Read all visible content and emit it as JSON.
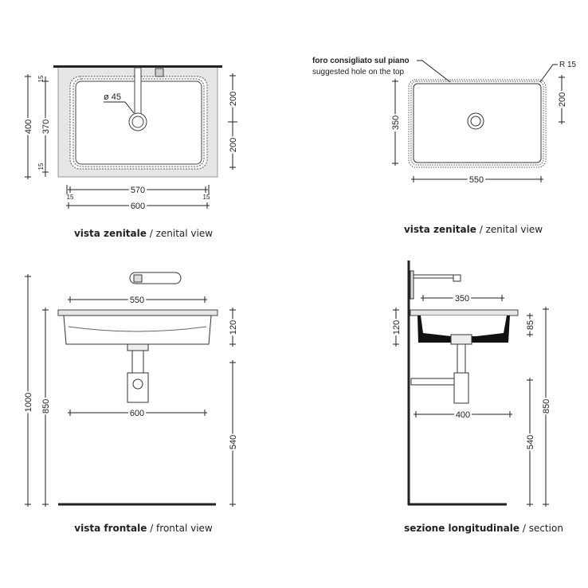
{
  "zenital_installed": {
    "dims": {
      "total_depth": "400",
      "bowl_depth": "370",
      "margin_top": "15",
      "margin_bottom": "15",
      "half_top": "200",
      "half_bottom": "200",
      "bowl_width": "570",
      "margin_left": "15",
      "margin_right": "15",
      "total_width": "600",
      "drain_diameter": "ø 45"
    },
    "caption_bold": "vista zenitale",
    "caption_sep": " / ",
    "caption_en": "zenital view"
  },
  "zenital_cutout": {
    "note_it": "foro consigliato sul piano",
    "note_en": "suggested hole on the top",
    "dims": {
      "radius": "R 15",
      "depth": "350",
      "half": "200",
      "width": "550"
    },
    "caption_bold": "vista zenitale",
    "caption_sep": " / ",
    "caption_en": "zenital view"
  },
  "frontal": {
    "dims": {
      "bowl_width": "550",
      "bowl_height": "120",
      "total_width": "600",
      "total_height": "1000",
      "top_height": "850",
      "trap_height": "540"
    },
    "caption_bold": "vista frontale",
    "caption_sep": " / ",
    "caption_en": "frontal view"
  },
  "section": {
    "dims": {
      "bowl_width": "350",
      "bowl_height": "120",
      "inner_depth": "85",
      "depth": "400",
      "top_height": "850",
      "trap_height": "540"
    },
    "caption_bold": "sezione longitudinale",
    "caption_sep": " / ",
    "caption_en": "section"
  }
}
